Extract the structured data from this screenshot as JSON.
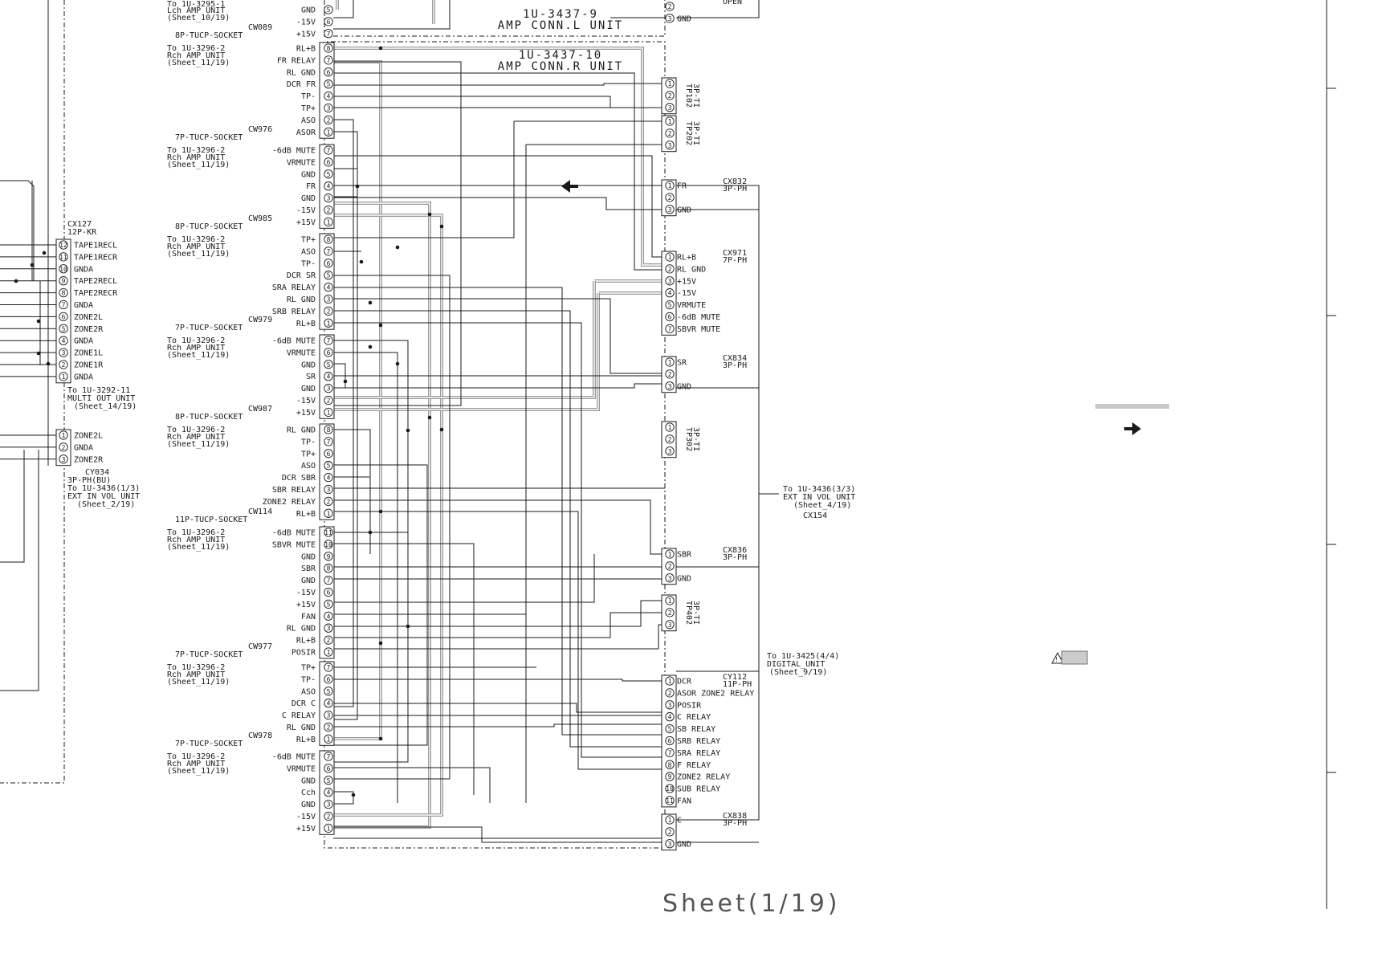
{
  "sheet_label": "Sheet(1/19)",
  "units": {
    "amp_conn_l": {
      "part_no": "1U-3437-9",
      "name": "AMP CONN.L UNIT"
    },
    "amp_conn_r": {
      "part_no": "1U-3437-10",
      "name": "AMP CONN.R UNIT"
    }
  },
  "top_partial": {
    "labels": [
      "To 1U-3295-1",
      "Lch AMP UNIT",
      "(Sheet_10/19)"
    ],
    "pins": [
      {
        "n": "5",
        "name": "GND"
      },
      {
        "n": "6",
        "name": "-15V"
      },
      {
        "n": "7",
        "name": "+15V"
      }
    ],
    "right_pins": [
      {
        "n": "2",
        "name": ""
      },
      {
        "n": "3",
        "name": "GND"
      }
    ],
    "right_top": "OPEN"
  },
  "left_connectors": [
    {
      "ref": "CW089",
      "type": "8P-TUCP-SOCKET",
      "to": [
        "To 1U-3296-2",
        "Rch AMP UNIT",
        "(Sheet_11/19)"
      ],
      "pins": [
        {
          "n": "8",
          "name": "RL+B"
        },
        {
          "n": "7",
          "name": "FR RELAY"
        },
        {
          "n": "6",
          "name": "RL GND"
        },
        {
          "n": "5",
          "name": "DCR FR"
        },
        {
          "n": "4",
          "name": "TP-"
        },
        {
          "n": "3",
          "name": "TP+"
        },
        {
          "n": "2",
          "name": "ASO"
        },
        {
          "n": "1",
          "name": "ASOR"
        }
      ]
    },
    {
      "ref": "CW976",
      "type": "7P-TUCP-SOCKET",
      "to": [
        "To 1U-3296-2",
        "Rch AMP UNIT",
        "(Sheet_11/19)"
      ],
      "pins": [
        {
          "n": "7",
          "name": "-6dB MUTE"
        },
        {
          "n": "6",
          "name": "VRMUTE"
        },
        {
          "n": "5",
          "name": "GND"
        },
        {
          "n": "4",
          "name": "FR"
        },
        {
          "n": "3",
          "name": "GND"
        },
        {
          "n": "2",
          "name": "-15V"
        },
        {
          "n": "1",
          "name": "+15V"
        }
      ]
    },
    {
      "ref": "CW985",
      "type": "8P-TUCP-SOCKET",
      "to": [
        "To 1U-3296-2",
        "Rch AMP UNIT",
        "(Sheet_11/19)"
      ],
      "pins": [
        {
          "n": "8",
          "name": "TP+"
        },
        {
          "n": "7",
          "name": "ASO"
        },
        {
          "n": "6",
          "name": "TP-"
        },
        {
          "n": "5",
          "name": "DCR SR"
        },
        {
          "n": "4",
          "name": "SRA RELAY"
        },
        {
          "n": "3",
          "name": "RL GND"
        },
        {
          "n": "2",
          "name": "SRB RELAY"
        },
        {
          "n": "1",
          "name": "RL+B"
        }
      ]
    },
    {
      "ref": "CW979",
      "type": "7P-TUCP-SOCKET",
      "to": [
        "To 1U-3296-2",
        "Rch AMP UNIT",
        "(Sheet_11/19)"
      ],
      "pins": [
        {
          "n": "7",
          "name": "-6dB MUTE"
        },
        {
          "n": "6",
          "name": "VRMUTE"
        },
        {
          "n": "5",
          "name": "GND"
        },
        {
          "n": "4",
          "name": "SR"
        },
        {
          "n": "3",
          "name": "GND"
        },
        {
          "n": "2",
          "name": "-15V"
        },
        {
          "n": "1",
          "name": "+15V"
        }
      ]
    },
    {
      "ref": "CW987",
      "type": "8P-TUCP-SOCKET",
      "to": [
        "To 1U-3296-2",
        "Rch AMP UNIT",
        "(Sheet_11/19)"
      ],
      "pins": [
        {
          "n": "8",
          "name": "RL GND"
        },
        {
          "n": "7",
          "name": "TP-"
        },
        {
          "n": "6",
          "name": "TP+"
        },
        {
          "n": "5",
          "name": "ASO"
        },
        {
          "n": "4",
          "name": "DCR SBR"
        },
        {
          "n": "3",
          "name": "SBR RELAY"
        },
        {
          "n": "2",
          "name": "ZONE2 RELAY"
        },
        {
          "n": "1",
          "name": "RL+B"
        }
      ]
    },
    {
      "ref": "CW114",
      "type": "11P-TUCP-SOCKET",
      "to": [
        "To 1U-3296-2",
        "Rch AMP UNIT",
        "(Sheet_11/19)"
      ],
      "pins": [
        {
          "n": "11",
          "name": "-6dB MUTE"
        },
        {
          "n": "10",
          "name": "SBVR MUTE"
        },
        {
          "n": "9",
          "name": "GND"
        },
        {
          "n": "8",
          "name": "SBR"
        },
        {
          "n": "7",
          "name": "GND"
        },
        {
          "n": "6",
          "name": "-15V"
        },
        {
          "n": "5",
          "name": "+15V"
        },
        {
          "n": "4",
          "name": "FAN"
        },
        {
          "n": "3",
          "name": "RL GND"
        },
        {
          "n": "2",
          "name": "RL+B"
        },
        {
          "n": "1",
          "name": "POSIR"
        }
      ]
    },
    {
      "ref": "CW977",
      "type": "7P-TUCP-SOCKET",
      "to": [
        "To 1U-3296-2",
        "Rch AMP UNIT",
        "(Sheet_11/19)"
      ],
      "pins": [
        {
          "n": "7",
          "name": "TP+"
        },
        {
          "n": "6",
          "name": "TP-"
        },
        {
          "n": "5",
          "name": "ASO"
        },
        {
          "n": "4",
          "name": "DCR C"
        },
        {
          "n": "3",
          "name": "C RELAY"
        },
        {
          "n": "2",
          "name": "RL GND"
        },
        {
          "n": "1",
          "name": "RL+B"
        }
      ]
    },
    {
      "ref": "CW978",
      "type": "7P-TUCP-SOCKET",
      "to": [
        "To 1U-3296-2",
        "Rch AMP UNIT",
        "(Sheet_11/19)"
      ],
      "pins": [
        {
          "n": "7",
          "name": "-6dB MUTE"
        },
        {
          "n": "6",
          "name": "VRMUTE"
        },
        {
          "n": "5",
          "name": "GND"
        },
        {
          "n": "4",
          "name": "Cch"
        },
        {
          "n": "3",
          "name": "GND"
        },
        {
          "n": "2",
          "name": "-15V"
        },
        {
          "n": "1",
          "name": "+15V"
        }
      ]
    }
  ],
  "right_connectors": [
    {
      "ref": "TP102",
      "sub": "3P-TI",
      "pins": [
        {
          "n": "1",
          "name": ""
        },
        {
          "n": "2",
          "name": ""
        },
        {
          "n": "3",
          "name": ""
        }
      ]
    },
    {
      "ref": "TP202",
      "sub": "3P-TI",
      "pins": [
        {
          "n": "1",
          "name": ""
        },
        {
          "n": "2",
          "name": ""
        },
        {
          "n": "3",
          "name": ""
        }
      ]
    },
    {
      "ref": "CX832",
      "sub": "3P-PH",
      "pins": [
        {
          "n": "1",
          "name": "FR"
        },
        {
          "n": "2",
          "name": ""
        },
        {
          "n": "3",
          "name": "GND"
        }
      ]
    },
    {
      "ref": "CX971",
      "sub": "7P-PH",
      "pins": [
        {
          "n": "1",
          "name": "RL+B"
        },
        {
          "n": "2",
          "name": "RL GND"
        },
        {
          "n": "3",
          "name": "+15V"
        },
        {
          "n": "4",
          "name": "-15V"
        },
        {
          "n": "5",
          "name": "VRMUTE"
        },
        {
          "n": "6",
          "name": "-6dB MUTE"
        },
        {
          "n": "7",
          "name": "SBVR MUTE"
        }
      ]
    },
    {
      "ref": "CX834",
      "sub": "3P-PH",
      "pins": [
        {
          "n": "1",
          "name": "SR"
        },
        {
          "n": "2",
          "name": ""
        },
        {
          "n": "3",
          "name": "GND"
        }
      ]
    },
    {
      "ref": "TP302",
      "sub": "3P-TI",
      "pins": [
        {
          "n": "1",
          "name": ""
        },
        {
          "n": "2",
          "name": ""
        },
        {
          "n": "3",
          "name": ""
        }
      ]
    },
    {
      "ref": "CX836",
      "sub": "3P-PH",
      "pins": [
        {
          "n": "1",
          "name": "SBR"
        },
        {
          "n": "2",
          "name": ""
        },
        {
          "n": "3",
          "name": "GND"
        }
      ]
    },
    {
      "ref": "TP402",
      "sub": "3P-TI",
      "pins": [
        {
          "n": "1",
          "name": ""
        },
        {
          "n": "2",
          "name": ""
        },
        {
          "n": "3",
          "name": ""
        }
      ]
    },
    {
      "ref": "CY112",
      "sub": "11P-PH",
      "pins": [
        {
          "n": "1",
          "name": "DCR"
        },
        {
          "n": "2",
          "name": "ASOR ZONE2 RELAY"
        },
        {
          "n": "3",
          "name": "POSIR"
        },
        {
          "n": "4",
          "name": "C RELAY"
        },
        {
          "n": "5",
          "name": "SB RELAY"
        },
        {
          "n": "6",
          "name": "SRB RELAY"
        },
        {
          "n": "7",
          "name": "SRA RELAY"
        },
        {
          "n": "8",
          "name": "F RELAY"
        },
        {
          "n": "9",
          "name": "ZONE2 RELAY"
        },
        {
          "n": "10",
          "name": "SUB RELAY"
        },
        {
          "n": "11",
          "name": "FAN"
        }
      ]
    },
    {
      "ref": "CX838",
      "sub": "3P-PH",
      "pins": [
        {
          "n": "1",
          "name": "C"
        },
        {
          "n": "2",
          "name": ""
        },
        {
          "n": "3",
          "name": "GND"
        }
      ]
    }
  ],
  "cx127": {
    "ref": "CX127",
    "type": "12P-KR",
    "pins": [
      {
        "n": "12",
        "name": "TAPE1RECL"
      },
      {
        "n": "11",
        "name": "TAPE1RECR"
      },
      {
        "n": "10",
        "name": "GNDA"
      },
      {
        "n": "9",
        "name": "TAPE2RECL"
      },
      {
        "n": "8",
        "name": "TAPE2RECR"
      },
      {
        "n": "7",
        "name": "GNDA"
      },
      {
        "n": "6",
        "name": "ZONE2L"
      },
      {
        "n": "5",
        "name": "ZONE2R"
      },
      {
        "n": "4",
        "name": "GNDA"
      },
      {
        "n": "3",
        "name": "ZONE1L"
      },
      {
        "n": "2",
        "name": "ZONE1R"
      },
      {
        "n": "1",
        "name": "GNDA"
      }
    ],
    "to": [
      "To 1U-3292-11",
      "MULTI OUT UNIT",
      "(Sheet_14/19)"
    ]
  },
  "cy034": {
    "ref": "CY034",
    "type": "3P-PH(BU)",
    "pins": [
      {
        "n": "1",
        "name": "ZONE2L"
      },
      {
        "n": "2",
        "name": "GNDA"
      },
      {
        "n": "3",
        "name": "ZONE2R"
      }
    ],
    "to": [
      "To 1U-3436(1/3)",
      "EXT IN VOL UNIT",
      "(Sheet_2/19)"
    ]
  },
  "right_refs": {
    "ext_in": [
      "To 1U-3436(3/3)",
      "EXT IN VOL UNIT",
      "(Sheet_4/19)",
      "CX154"
    ],
    "digital": [
      "To 1U-3425(4/4)",
      "DIGITAL_UNIT",
      "(Sheet_9/19)"
    ]
  }
}
